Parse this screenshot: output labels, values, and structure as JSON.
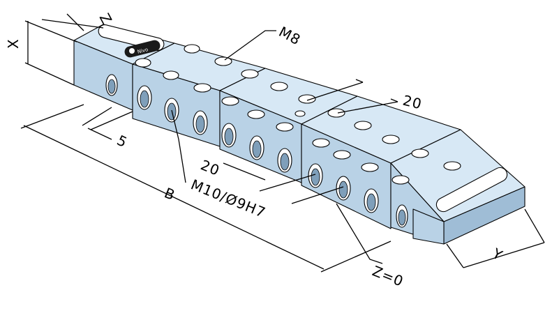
{
  "labels": {
    "z_dimension": "Z",
    "x_dimension": "X",
    "thread_top": "M8",
    "pitch_top": "20",
    "offset_left": "5",
    "pitch_front": "20",
    "hole_front": "M10/Ø9H7",
    "length": "B",
    "zero_point": "Z=0",
    "width": "Y"
  },
  "logo_text": "Nivo",
  "colors": {
    "top_face": "#d7e8f5",
    "front_face": "#b9d2e6",
    "side_face": "#9fbdd6",
    "outline": "#000000"
  }
}
